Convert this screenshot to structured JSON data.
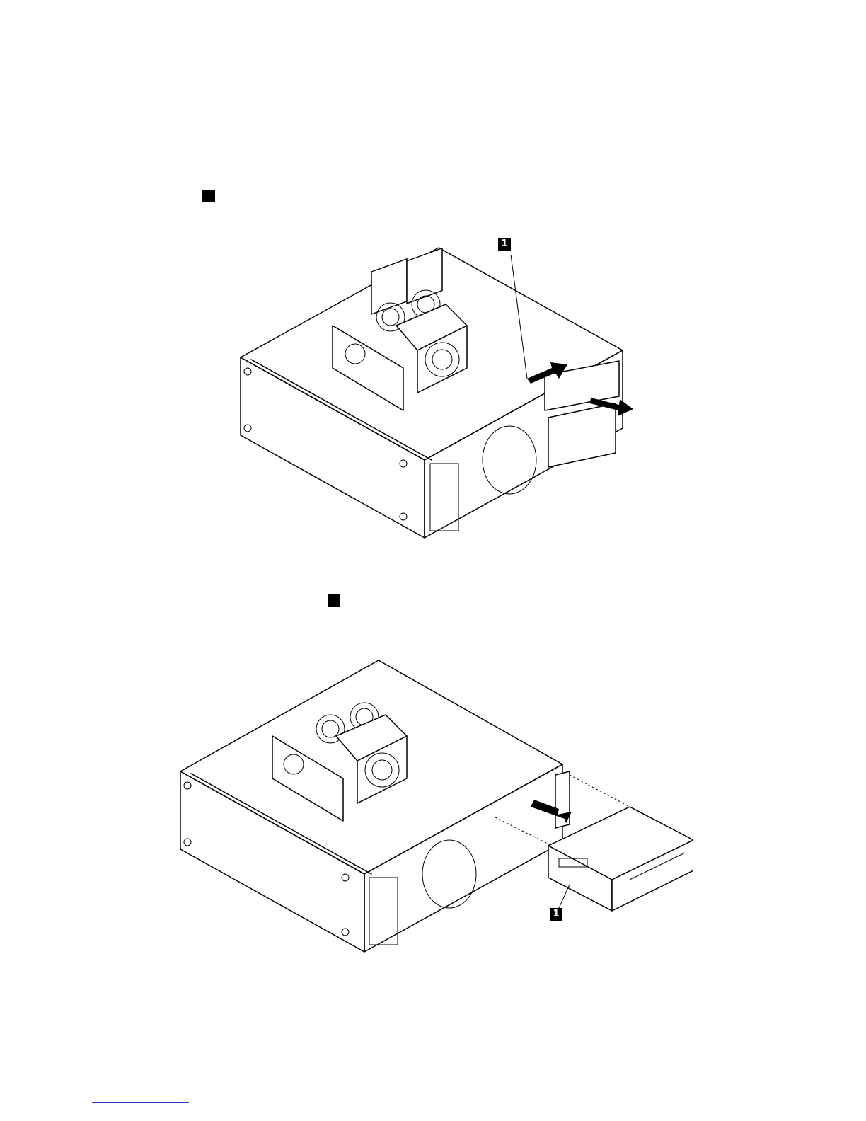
{
  "page": {
    "step_marker_1": "",
    "step_marker_2": ""
  },
  "figures": [
    {
      "callouts": [
        {
          "label": "1"
        }
      ],
      "arrows": [
        "push-latch-arrow",
        "slide-out-arrow"
      ],
      "icons": [
        "computer-chassis-icon",
        "fan-icon",
        "heat-sink-icon",
        "optical-drive-icon"
      ]
    },
    {
      "callouts": [
        {
          "label": "1"
        }
      ],
      "arrows": [
        "slide-in-arrow"
      ],
      "icons": [
        "computer-chassis-icon",
        "fan-icon",
        "heat-sink-icon",
        "optical-drive-icon",
        "retainer-icon"
      ]
    }
  ]
}
